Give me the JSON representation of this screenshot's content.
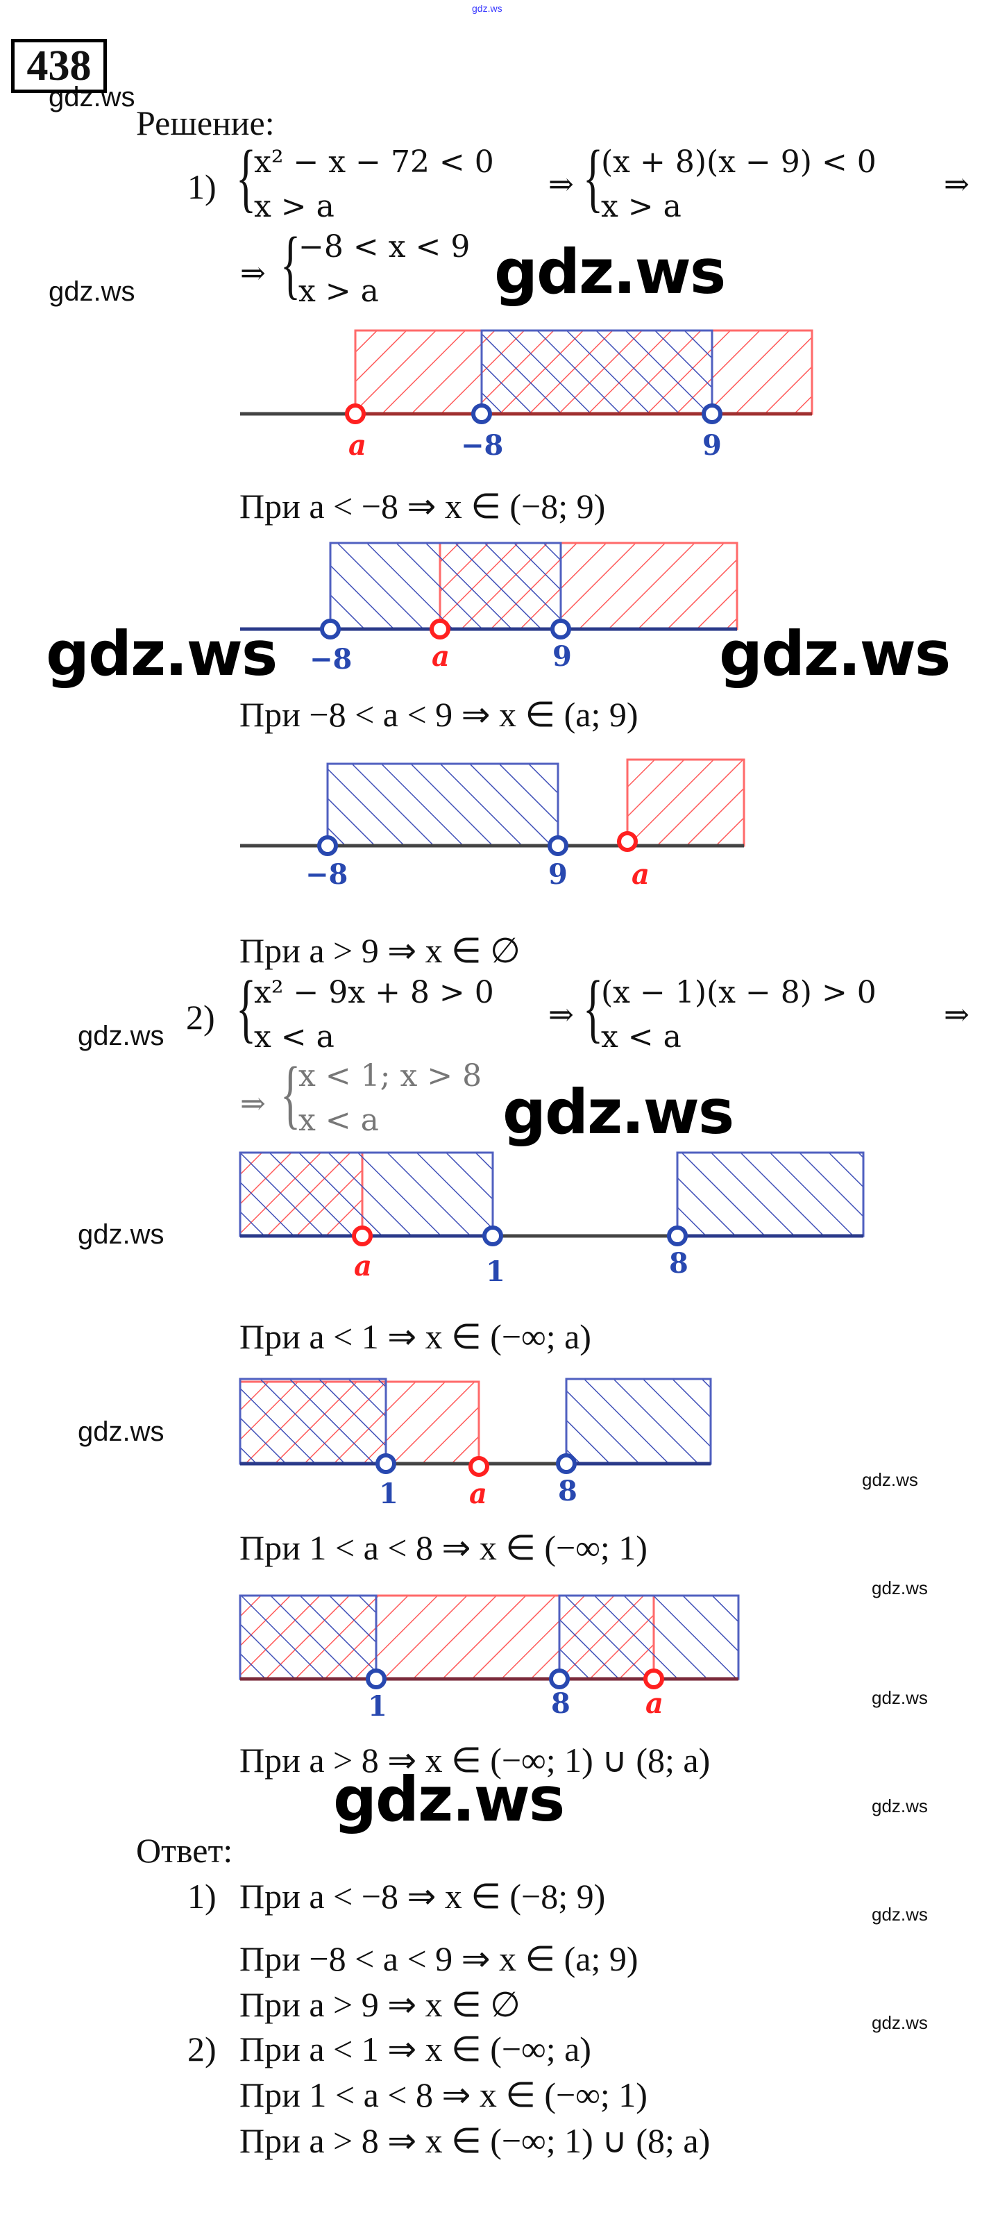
{
  "watermark": "gdz.ws",
  "task_number": "438",
  "solution_label": "Решение:",
  "answer_label": "Ответ:",
  "part1": {
    "num": "1)",
    "sys1": [
      "x² − x − 72 < 0",
      "x > a"
    ],
    "sys2": [
      "(x + 8)(x − 9) < 0",
      "x > a"
    ],
    "sys3": [
      "−8 < x < 9",
      "x > a"
    ],
    "arrow": "⇒",
    "cases": [
      {
        "labels": [
          "a",
          "−8",
          "9"
        ],
        "text": "При a < −8 ⇒ x ∈ (−8; 9)"
      },
      {
        "labels": [
          "−8",
          "a",
          "9"
        ],
        "text": "При −8 < a < 9 ⇒ x ∈ (a; 9)"
      },
      {
        "labels": [
          "−8",
          "9",
          "a"
        ],
        "text": "При a > 9 ⇒ x ∈ ∅"
      }
    ]
  },
  "part2": {
    "num": "2)",
    "sys1": [
      "x² − 9x + 8 > 0",
      "x < a"
    ],
    "sys2": [
      "(x − 1)(x − 8) > 0",
      "x < a"
    ],
    "sys3": [
      "x < 1; x > 8",
      "x < a"
    ],
    "arrow": "⇒",
    "cases": [
      {
        "labels": [
          "a",
          "1",
          "8"
        ],
        "text": "При a < 1 ⇒ x ∈ (−∞; a)"
      },
      {
        "labels": [
          "1",
          "a",
          "8"
        ],
        "text": "При 1 < a < 8 ⇒ x ∈ (−∞; 1)"
      },
      {
        "labels": [
          "1",
          "8",
          "a"
        ],
        "text": "При a > 8 ⇒ x ∈ (−∞; 1) ∪ (8; a)"
      }
    ]
  },
  "answer": {
    "part1_num": "1)",
    "part2_num": "2)",
    "lines1": [
      "При a < −8 ⇒ x ∈ (−8; 9)",
      "При −8 < a < 9 ⇒ x ∈ (a; 9)",
      "При a > 9 ⇒ x ∈ ∅"
    ],
    "lines2": [
      "При a < 1 ⇒ x ∈ (−∞; a)",
      "При 1 < a < 8 ⇒ x ∈ (−∞; 1)",
      "При a > 8 ⇒ x ∈ (−∞; 1) ∪ (8; a)"
    ]
  },
  "colors": {
    "red": "#ff3b3b",
    "blue": "#3040b0",
    "axis": "#444444"
  }
}
